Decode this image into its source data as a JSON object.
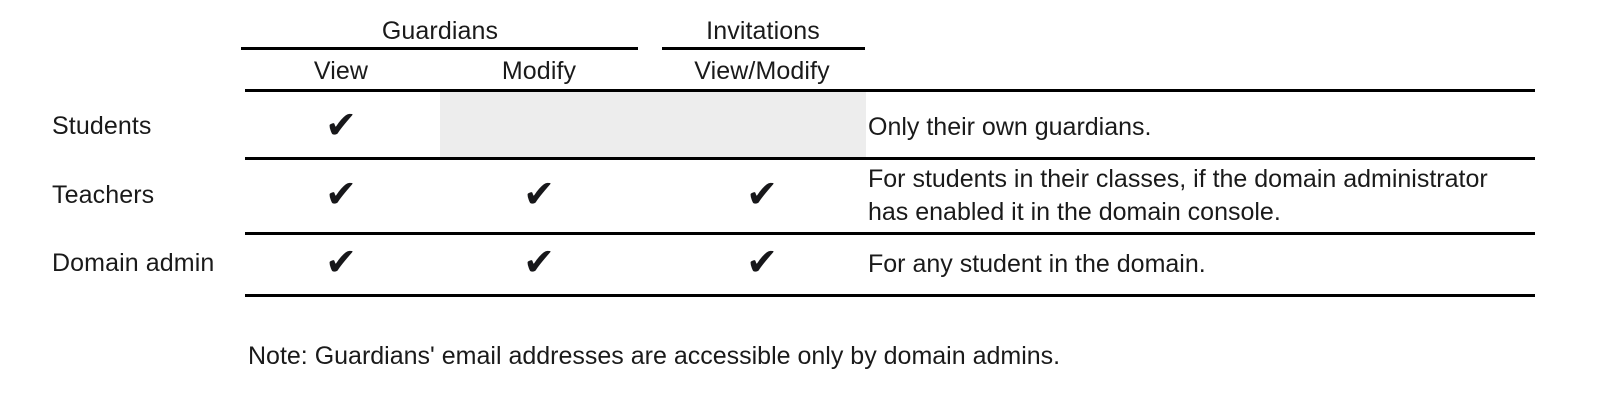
{
  "table": {
    "group_headers": [
      {
        "label": "Guardians"
      },
      {
        "label": "Invitations"
      }
    ],
    "column_headers": {
      "row_label": "",
      "guardians_view": "View",
      "guardians_modify": "Modify",
      "invitations_view_modify": "View/Modify",
      "description": ""
    },
    "check_glyph": "✔",
    "rows": [
      {
        "label": "Students",
        "guardians_view": "✔",
        "guardians_modify": "",
        "invitations_view_modify": "",
        "shaded_cells": [
          "guardians_modify",
          "invitations_view_modify"
        ],
        "description": "Only their own guardians."
      },
      {
        "label": "Teachers",
        "guardians_view": "✔",
        "guardians_modify": "✔",
        "invitations_view_modify": "✔",
        "shaded_cells": [],
        "description": "For students in their classes, if the domain administrator\nhas enabled it in the domain console."
      },
      {
        "label": "Domain admin",
        "guardians_view": "✔",
        "guardians_modify": "✔",
        "invitations_view_modify": "✔",
        "shaded_cells": [],
        "description": "For any student in the domain."
      }
    ]
  },
  "footnote": {
    "text": "Note: Guardians' email addresses are accessible only by domain admins."
  },
  "colors": {
    "text": "#1a1a1a",
    "rule": "#000000",
    "shaded_cell": "#ededed",
    "background": "#ffffff"
  }
}
